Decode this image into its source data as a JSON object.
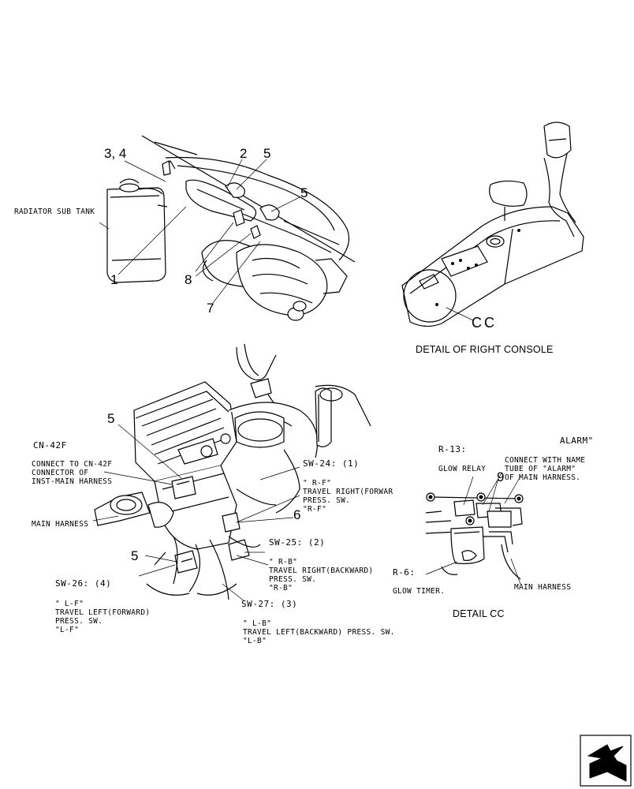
{
  "top_assembly": {
    "radiator_label": "RADIATOR SUB TANK",
    "callouts": {
      "c34": "3, 4",
      "c2": "2",
      "c5a": "5",
      "c5b": "5",
      "c1": "1",
      "c8": "8",
      "c7": "7"
    }
  },
  "right_console": {
    "title": "DETAIL OF RIGHT CONSOLE",
    "cc_label": "CC"
  },
  "lower_assembly": {
    "cn42f": "CN-42F",
    "connect_note": [
      "CONNECT TO CN-42F",
      "CONNECTOR OF",
      "INST-MAIN HARNESS"
    ],
    "main_harness": "MAIN HARNESS",
    "callout_5_top": "5",
    "callout_6": "6",
    "callout_5_bottom": "5",
    "sw24": "SW-24: (1)",
    "rf": [
      "\" R-F\"",
      "TRAVEL RIGHT(FORWAR",
      "PRESS. SW.",
      "\"R-F\""
    ],
    "sw25": "SW-25: (2)",
    "rb": [
      "\" R-B\"",
      "TRAVEL RIGHT(BACKWARD)",
      "PRESS. SW.",
      "\"R-B\""
    ],
    "sw26": "SW-26: (4)",
    "lf": [
      "\" L-F\"",
      "TRAVEL LEFT(FORWARD)",
      "PRESS. SW.",
      "\"L-F\""
    ],
    "sw27": "SW-27: (3)",
    "lb": [
      "\" L-B\"",
      "TRAVEL LEFT(BACKWARD) PRESS. SW.",
      "\"L-B\""
    ]
  },
  "detail_cc": {
    "alarm": "ALARM\"",
    "r13": "R-13:",
    "glow_relay": "GLOW RELAY",
    "connect_note": [
      "CONNECT WITH NAME",
      "TUBE OF \"ALARM\"",
      "OF MAIN HARNESS."
    ],
    "callout_9": "9",
    "r6": "R-6:",
    "glow_timer": "GLOW TIMER.",
    "main_harness": "MAIN HARNESS",
    "title": "DETAIL CC"
  },
  "nav_icon": "arrow-navigation-icon"
}
